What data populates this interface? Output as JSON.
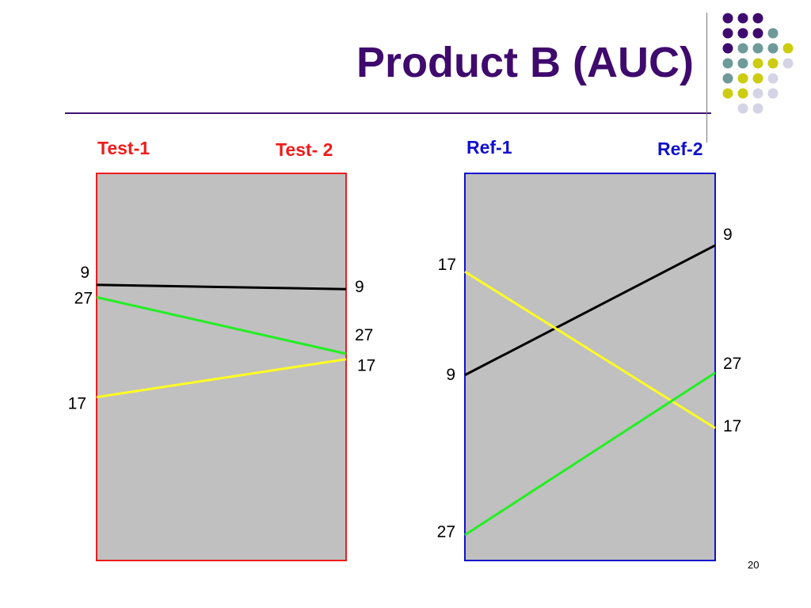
{
  "slide": {
    "title": "Product B (AUC)",
    "page_number": "20"
  },
  "theme": {
    "title_color": "#3f0a6d",
    "rule_color": "#3f1270",
    "dot_colors": {
      "purple": "#3f0a6d",
      "teal": "#6f9a9a",
      "yellow": "#cccc11",
      "lavender": "#d4d4e6"
    }
  },
  "decor": {
    "dot_rows": [
      [
        "purple",
        "purple",
        "purple"
      ],
      [
        "purple",
        "purple",
        "purple",
        "teal"
      ],
      [
        "purple",
        "teal",
        "teal",
        "teal",
        "yellow"
      ],
      [
        "teal",
        "teal",
        "yellow",
        "yellow",
        "lavender"
      ],
      [
        "teal",
        "yellow",
        "yellow",
        "lavender"
      ],
      [
        "yellow",
        "yellow",
        "lavender",
        "lavender"
      ],
      [
        "lavender",
        "lavender"
      ]
    ]
  },
  "panels": [
    {
      "id": "test",
      "left_label": "Test-1",
      "right_label": "Test- 2",
      "label_color": "#ee1c1c",
      "border_color": "#ee1c1c",
      "fill_color": "#c0c0c0",
      "lines": [
        {
          "subject": "9",
          "left_level": 0.712,
          "right_level": 0.701,
          "color": "#000000"
        },
        {
          "subject": "27",
          "left_level": 0.68,
          "right_level": 0.534,
          "color": "#22ee22"
        },
        {
          "subject": "17",
          "left_level": 0.422,
          "right_level": 0.52,
          "color": "#ffff22"
        }
      ]
    },
    {
      "id": "ref",
      "left_label": "Ref-1",
      "right_label": "Ref-2",
      "label_color": "#1111cc",
      "border_color": "#1111cc",
      "fill_color": "#c0c0c0",
      "lines": [
        {
          "subject": "9",
          "left_level": 0.479,
          "right_level": 0.814,
          "color": "#000000"
        },
        {
          "subject": "17",
          "left_level": 0.746,
          "right_level": 0.342,
          "color": "#ffff22"
        },
        {
          "subject": "27",
          "left_level": 0.066,
          "right_level": 0.485,
          "color": "#22ee22"
        }
      ]
    }
  ]
}
